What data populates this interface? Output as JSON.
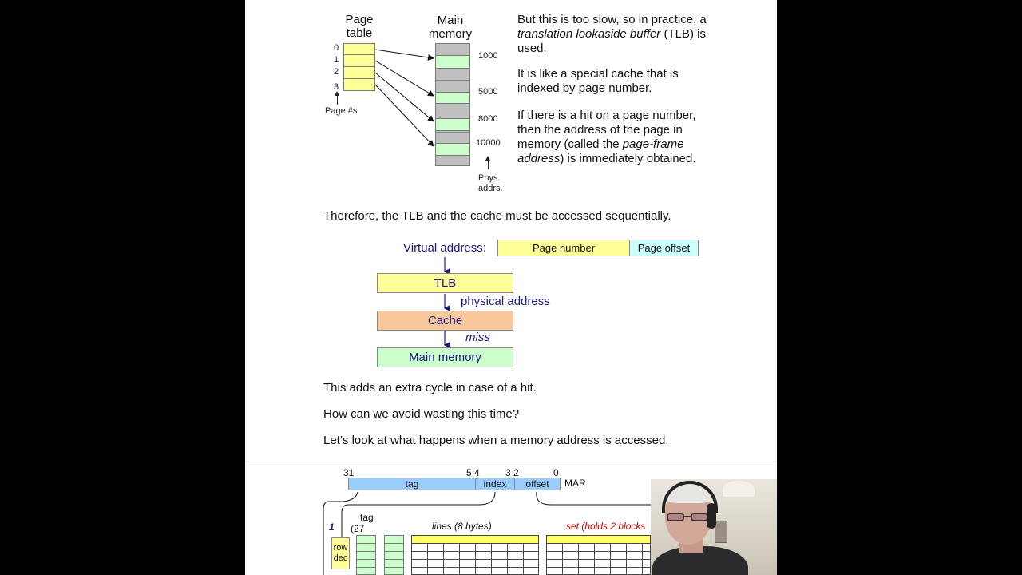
{
  "page_table_diagram": {
    "page_table_title": "Page\ntable",
    "main_memory_title": "Main\nmemory",
    "page_rows": [
      "0",
      "1",
      "2",
      "3"
    ],
    "page_nums_label": "Page #s",
    "memory_addresses": [
      "1000",
      "5000",
      "8000",
      "10000"
    ],
    "phys_label": "Phys.\naddrs."
  },
  "paragraphs": {
    "p1_a": "But this is too slow, so in practice, a ",
    "p1_italic": "translation lookaside buffer",
    "p1_b": " (TLB) is used.",
    "p2": "It is like a special cache that is indexed by page number.",
    "p3_a": "If there is a hit on a page number, then the address of the page in memory (called the ",
    "p3_italic": "page-frame address",
    "p3_b": ") is immediately obtained."
  },
  "sequential_text": "Therefore, the TLB and the cache must be accessed sequentially.",
  "flow_diagram": {
    "virtual_address_label": "Virtual address:",
    "page_number": "Page number",
    "page_offset": "Page offset",
    "tlb": "TLB",
    "physical_address": "physical address",
    "cache": "Cache",
    "miss": "miss",
    "main_memory": "Main memory"
  },
  "extra_cycle_text": "This adds an extra cycle in case of a hit.",
  "question_text": "How can we avoid wasting this time?",
  "look_text": "Let’s look at what happens when a memory address is accessed.",
  "mar_diagram": {
    "bit_31": "31",
    "bit_54": "5 4",
    "bit_32": "3 2",
    "bit_0": "0",
    "tag": "tag",
    "index": "index",
    "offset": "offset",
    "mar": "MAR",
    "step_1": "1",
    "tag_col": "tag",
    "tag_bits": "(27",
    "lines_label": "lines (8 bytes)",
    "set_label": "set (holds 2 blocks",
    "row_dec": "row\ndec"
  },
  "colors": {
    "yellow": "#ffff99",
    "green": "#ccffcc",
    "gray": "#c0c0c0",
    "cyan": "#ccffff",
    "orange": "#f8c89a",
    "blue": "#99ccff",
    "navy": "#1a1a80",
    "red": "#cc0000"
  }
}
